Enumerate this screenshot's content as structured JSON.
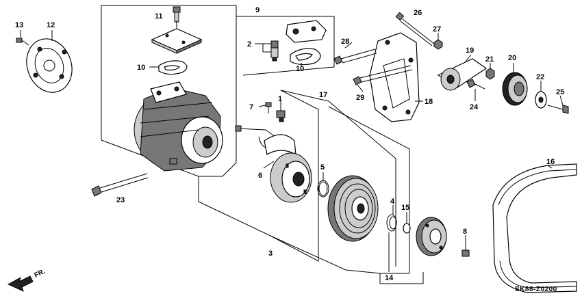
{
  "diagram_code": "SK88-Z0200",
  "direction_label": "FR.",
  "callouts": {
    "c1": "1",
    "c2": "2",
    "c3": "3",
    "c4": "4",
    "c5": "5",
    "c6": "6",
    "c7": "7",
    "c8": "8",
    "c9": "9",
    "c10a": "10",
    "c10b": "10",
    "c11": "11",
    "c12": "12",
    "c13": "13",
    "c14": "14",
    "c15": "15",
    "c16": "16",
    "c17": "17",
    "c18": "18",
    "c19": "19",
    "c20": "20",
    "c21": "21",
    "c22": "22",
    "c23": "23",
    "c24": "24",
    "c25": "25",
    "c26": "26",
    "c27": "27",
    "c28": "28",
    "c29": "29"
  }
}
